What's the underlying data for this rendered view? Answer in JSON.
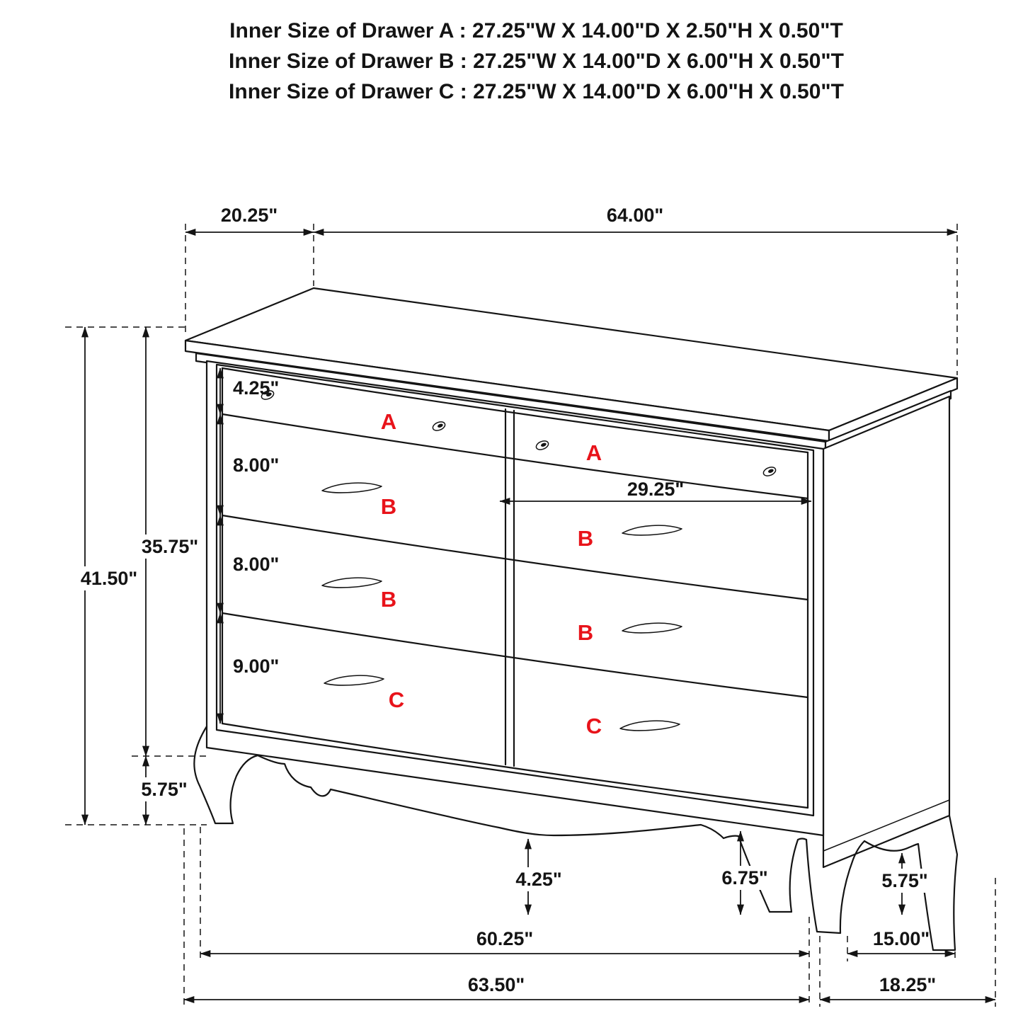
{
  "header": {
    "lines": [
      "Inner Size of Drawer A : 27.25\"W X 14.00\"D X 2.50\"H X 0.50\"T",
      "Inner Size of Drawer B : 27.25\"W X 14.00\"D X 6.00\"H X 0.50\"T",
      "Inner Size of Drawer C : 27.25\"W X 14.00\"D X 6.00\"H X 0.50\"T"
    ]
  },
  "dimensions": {
    "top_depth": "20.25\"",
    "top_width": "64.00\"",
    "overall_height": "41.50\"",
    "case_height": "35.75\"",
    "left_leg_height": "5.75\"",
    "drawer_a_height": "4.25\"",
    "drawer_b1_height": "8.00\"",
    "drawer_b2_height": "8.00\"",
    "drawer_c_height": "9.00\"",
    "right_drawer_width": "29.25\"",
    "apron_clearance": "4.25\"",
    "center_leg_clearance": "6.75\"",
    "side_leg_clearance": "5.75\"",
    "front_inner_leg_span": "60.25\"",
    "side_inner_leg_span": "15.00\"",
    "front_outer_width": "63.50\"",
    "side_outer_depth": "18.25\""
  },
  "drawers": {
    "left_a": "A",
    "left_b1": "B",
    "left_b2": "B",
    "left_c": "C",
    "right_a": "A",
    "right_b1": "B",
    "right_b2": "B",
    "right_c": "C"
  },
  "colors": {
    "line": "#141414",
    "drawer_label": "#e8131a"
  }
}
